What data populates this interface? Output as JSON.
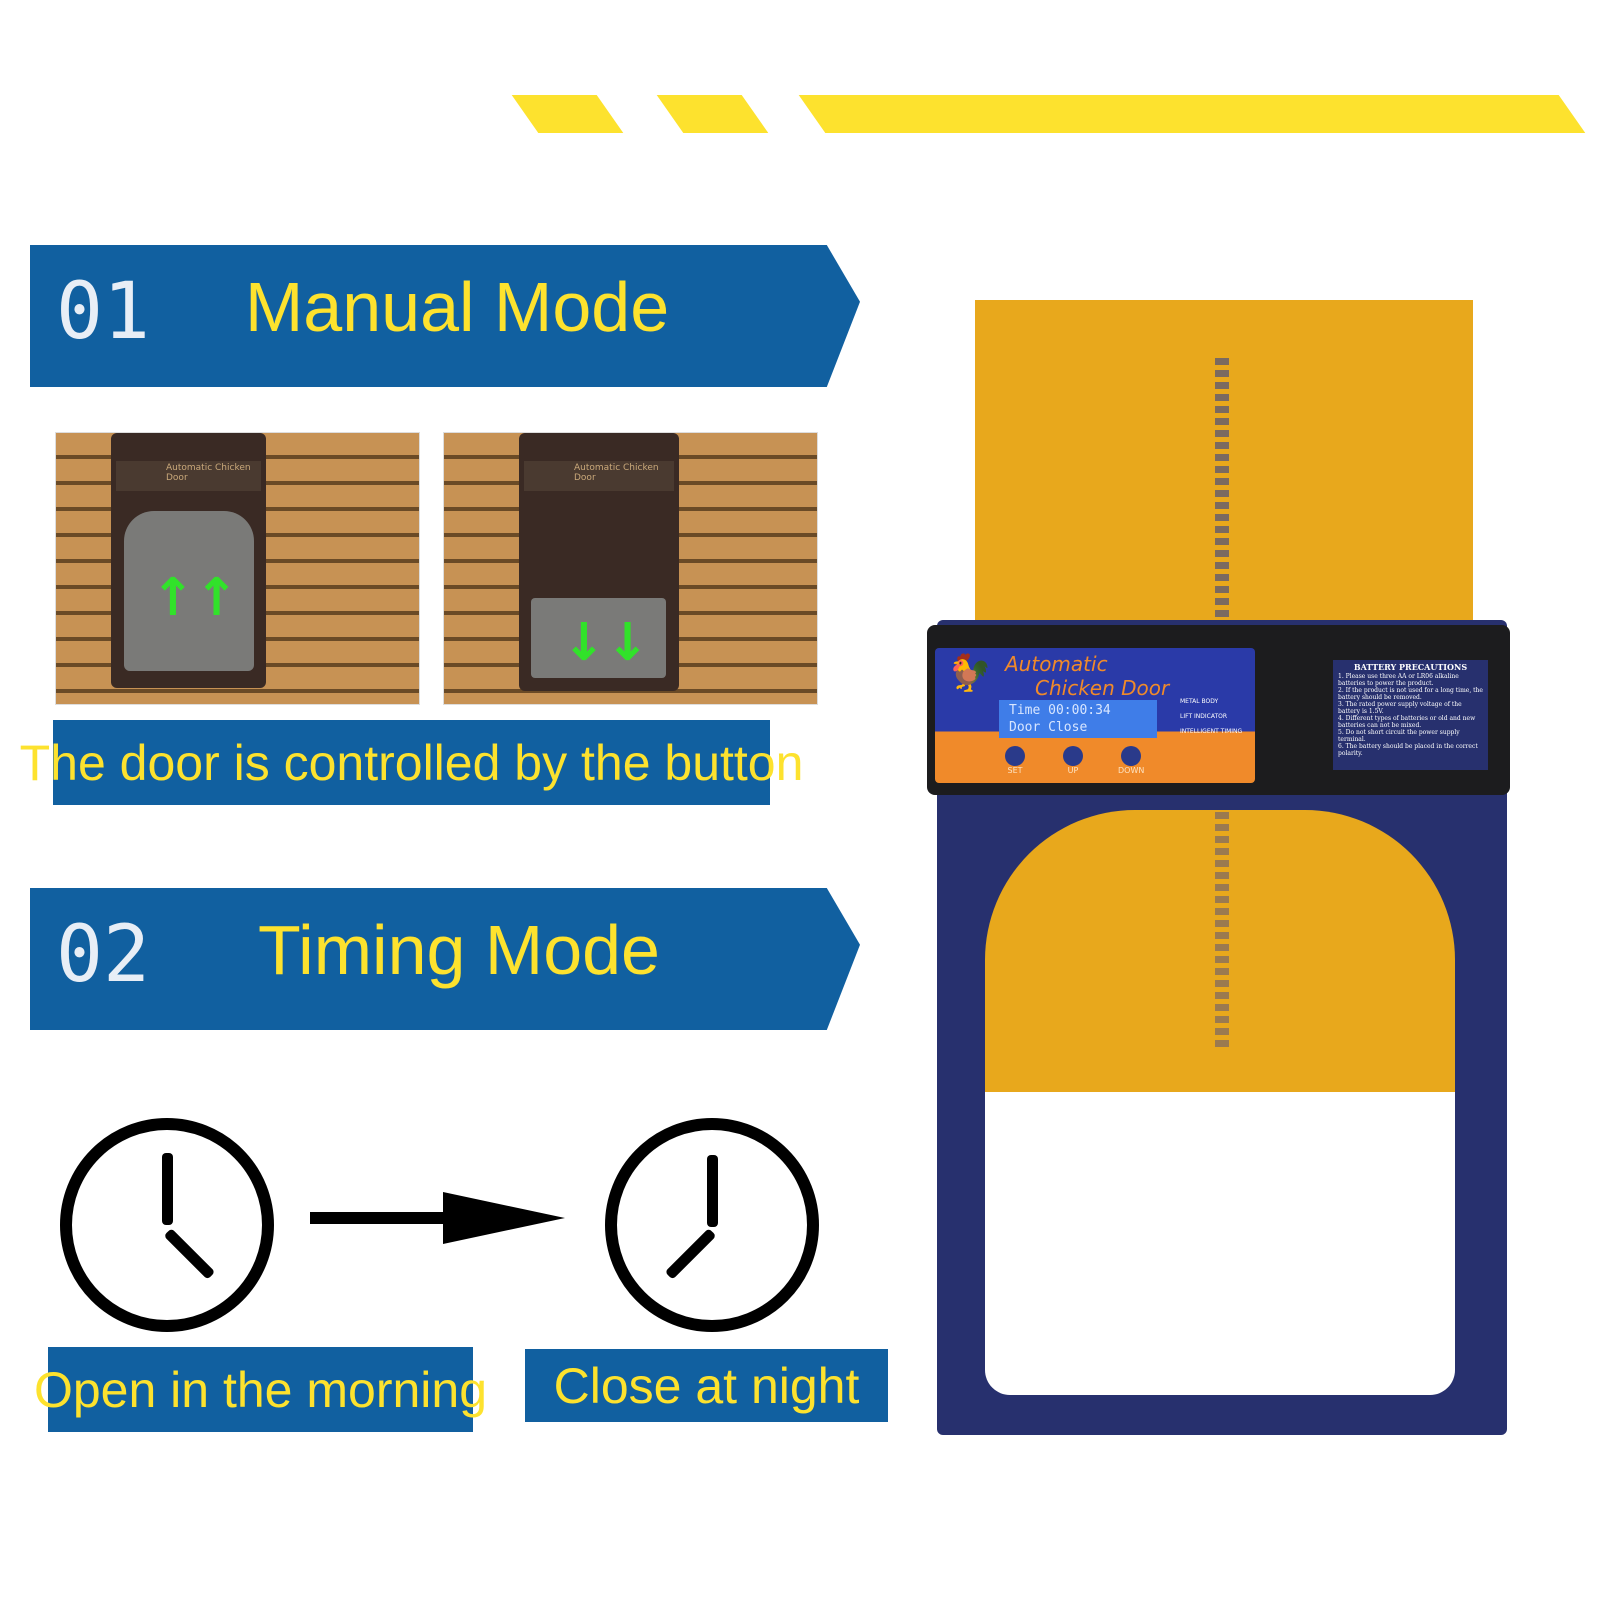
{
  "section1": {
    "number": "01",
    "title": "Manual Mode",
    "caption": "The door is controlled by the button"
  },
  "section2": {
    "number": "02",
    "title": "Timing Mode",
    "caption_open": "Open in the morning",
    "caption_close": "Close at night"
  },
  "product": {
    "brand_line1": "Automatic",
    "brand_line2": "Chicken Door",
    "lcd_line1": "Time 00:00:34",
    "lcd_line2": "Door Close",
    "features": [
      "METAL BODY",
      "LIFT INDICATOR",
      "INTELLIGENT TIMING"
    ],
    "buttons": [
      "SET",
      "UP",
      "DOWN"
    ],
    "battery_title": "BATTERY PRECAUTIONS",
    "battery_lines": [
      "1. Please use three AA or LR06 alkaline batteries to power the product.",
      "2. If the product is not used for a long time, the battery should be removed.",
      "3. The rated power supply voltage of the battery is 1.5V.",
      "4. Different types of batteries or old and new batteries can not be mixed.",
      "5. Do not short circuit the power supply terminal.",
      "6. The battery should be placed in the correct polarity."
    ],
    "photo_label": "Automatic Chicken Door"
  },
  "colors": {
    "blue": "#1160a0",
    "yellow": "#fde22e",
    "door_yellow": "#e8a81c",
    "frame": "#27306e"
  }
}
